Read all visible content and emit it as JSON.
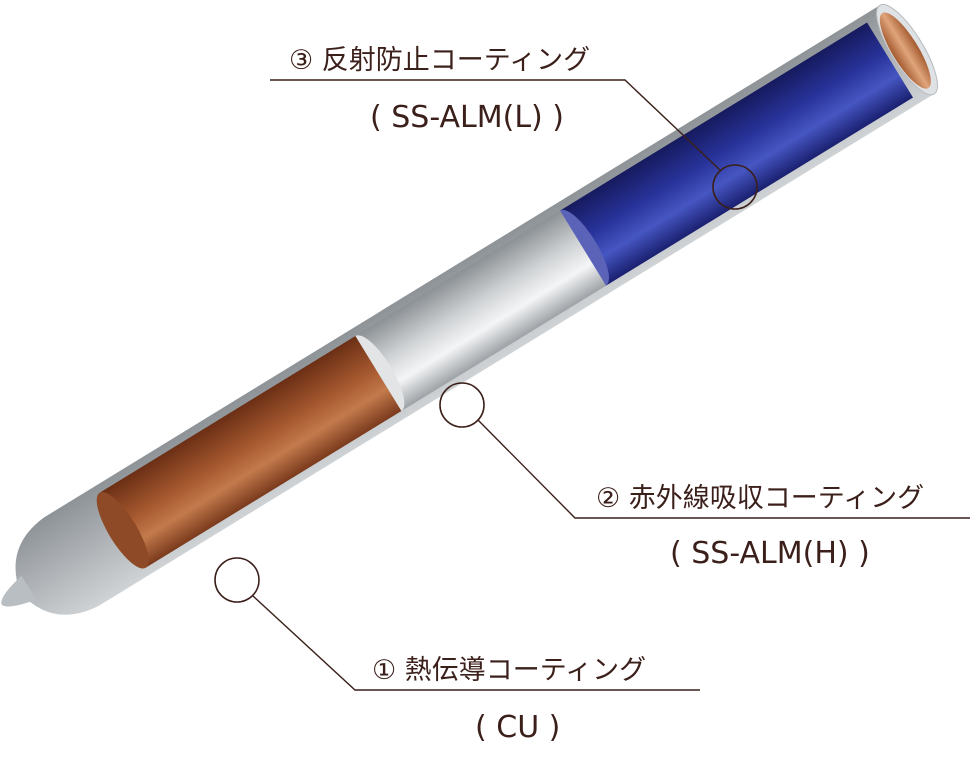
{
  "labels": {
    "anti_reflection": {
      "name": "③ 反射防止コーティング",
      "code": "( SS-ALM(L) )"
    },
    "infrared_absorb": {
      "name": "② 赤外線吸収コーティング",
      "code": "( SS-ALM(H) )"
    },
    "heat_conduct": {
      "name": "① 熱伝導コーティング",
      "code": "( CU )"
    }
  },
  "colors": {
    "copper": "#b0623a",
    "silver": "#d3d6d8",
    "blue": "#2a3494",
    "text": "#3b1f1a",
    "tube_glass": "#c9cdd0"
  }
}
